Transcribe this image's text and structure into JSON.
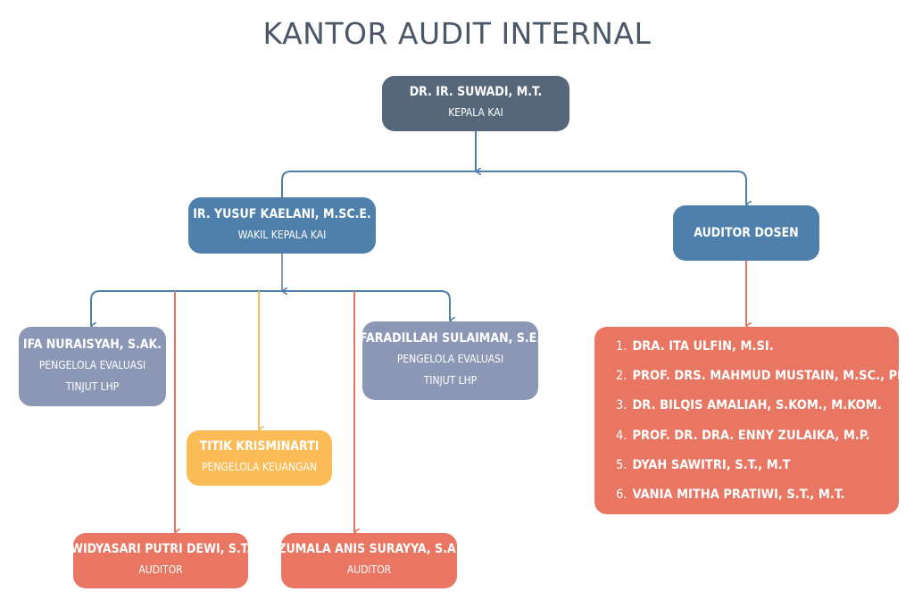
{
  "title": "KANTOR AUDIT INTERNAL",
  "kepala": {
    "name": "DR. IR. SUWADI, M.T.",
    "role": "KEPALA KAI"
  },
  "wakil": {
    "name": "IR. YUSUF KAELANI, M.SC.E.",
    "role": "WAKIL KEPALA KAI"
  },
  "auditor_dosen": {
    "name": "AUDITOR DOSEN"
  },
  "ifa": {
    "name": "IFA NURAISYAH, S.AK.",
    "role": "PENGELOLA EVALUASI\nTINJUT LHP"
  },
  "faradillah": {
    "name": "FARADILLAH SULAIMAN, S.E.",
    "role": "PENGELOLA EVALUASI\nTINJUT LHP"
  },
  "titik": {
    "name": "TITIK KRISMINARTI",
    "role": "PENGELOLA KEUANGAN"
  },
  "widyasari": {
    "name": "WIDYASARI PUTRI DEWI, S.T.",
    "role": "AUDITOR"
  },
  "zumala": {
    "name": "ZUMALA ANIS SURAYYA, S.A.",
    "role": "AUDITOR"
  },
  "dosen_list": [
    {
      "num": "1.",
      "name": "DRA. ITA ULFIN, M.SI."
    },
    {
      "num": "2.",
      "name": "PROF. DRS. MAHMUD MUSTAIN, M.SC., PH.D."
    },
    {
      "num": "3.",
      "name": "DR. BILQIS AMALIAH, S.KOM., M.KOM."
    },
    {
      "num": "4.",
      "name": "PROF. DR. DRA. ENNY ZULAIKA, M.P."
    },
    {
      "num": "5.",
      "name": "DYAH SAWITRI, S.T., M.T"
    },
    {
      "num": "6.",
      "name": "VANIA MITHA PRATIWI, S.T., M.T."
    }
  ],
  "colors": {
    "dark": "#56677a",
    "blue": "#4f80ab",
    "gray": "#8c97b5",
    "yellow": "#fbbb57",
    "red": "#e87662",
    "title": "#4a5868"
  }
}
